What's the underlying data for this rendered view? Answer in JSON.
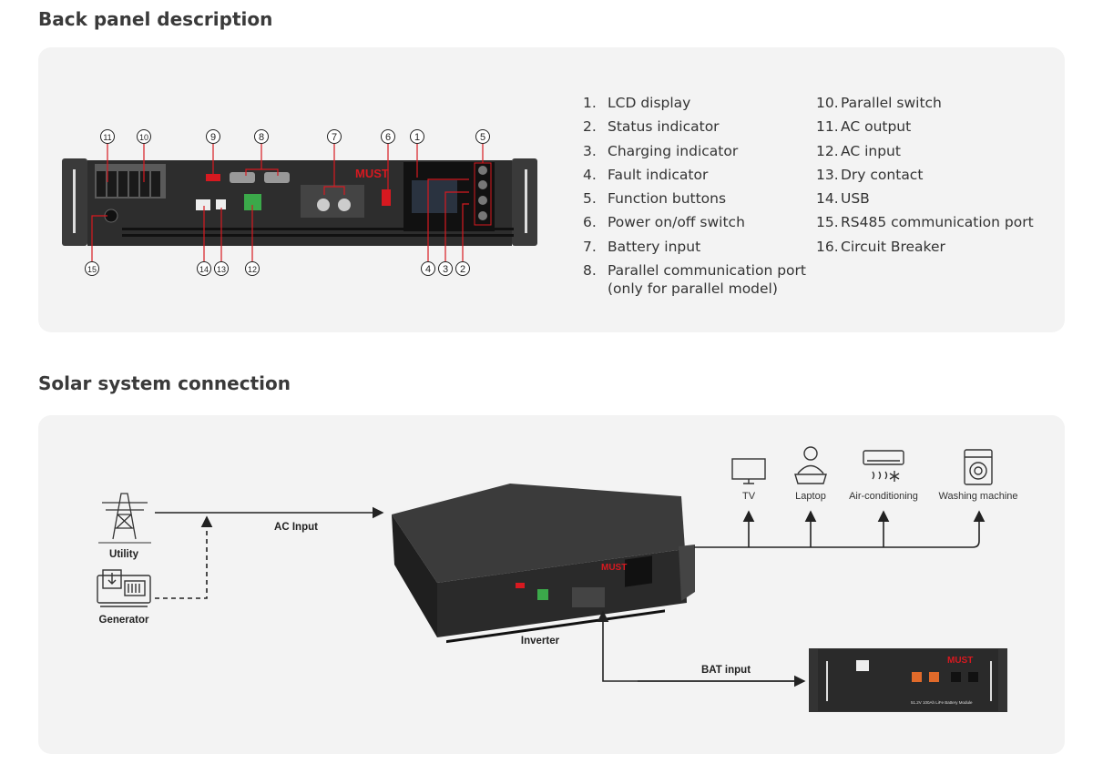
{
  "back_panel": {
    "title": "Back panel description",
    "callouts": [
      "1",
      "2",
      "3",
      "4",
      "5",
      "6",
      "7",
      "8",
      "9",
      "10",
      "11",
      "12",
      "13",
      "14",
      "15"
    ],
    "brand": "MUST",
    "items_col1": [
      {
        "num": "1.",
        "label": "LCD display"
      },
      {
        "num": "2.",
        "label": "Status indicator"
      },
      {
        "num": "3.",
        "label": "Charging indicator"
      },
      {
        "num": "4.",
        "label": "Fault indicator"
      },
      {
        "num": "5.",
        "label": "Function buttons"
      },
      {
        "num": "6.",
        "label": "Power on/off switch"
      },
      {
        "num": "7.",
        "label": "Battery input"
      },
      {
        "num": "8.",
        "label": "Parallel communication port",
        "sub": "(only for parallel model)"
      }
    ],
    "items_col2": [
      {
        "num": "10.",
        "label": "Parallel switch"
      },
      {
        "num": "11.",
        "label": "AC output"
      },
      {
        "num": "12.",
        "label": "AC input"
      },
      {
        "num": "13.",
        "label": "Dry contact"
      },
      {
        "num": "14.",
        "label": "USB"
      },
      {
        "num": "15.",
        "label": "RS485 communication port"
      },
      {
        "num": "16.",
        "label": "Circuit Breaker"
      }
    ]
  },
  "solar": {
    "title": "Solar system connection",
    "utility": "Utility",
    "generator": "Generator",
    "ac_input": "AC Input",
    "inverter": "Inverter",
    "bat_input": "BAT input",
    "battery_label": "51.2V 100Ah LiFe Battery Module",
    "loads": [
      {
        "label": "TV",
        "icon": "tv-icon"
      },
      {
        "label": "Laptop",
        "icon": "laptop-user-icon"
      },
      {
        "label": "Air-conditioning",
        "icon": "air-conditioner-icon"
      },
      {
        "label": "Washing machine",
        "icon": "washing-machine-icon"
      }
    ]
  },
  "colors": {
    "accent": "#d71920",
    "panel_bg": "#f3f3f3",
    "device": "#2b2b2b"
  }
}
